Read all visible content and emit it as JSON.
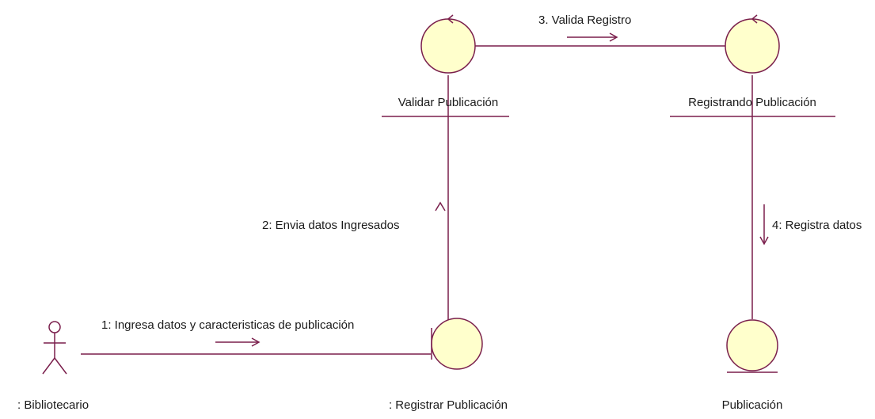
{
  "colors": {
    "line": "#7a1f4c",
    "fill": "#ffffcc",
    "text": "#1a1a1a"
  },
  "actor": {
    "name": ": Bibliotecario"
  },
  "objects": {
    "validar": {
      "label": "Validar Publicación",
      "stereotype": "control"
    },
    "registrando": {
      "label": "Registrando Publicación",
      "stereotype": "control"
    },
    "registrar": {
      "label": ": Registrar Publicación",
      "stereotype": "boundary"
    },
    "publicacion": {
      "label": "Publicación",
      "stereotype": "entity"
    }
  },
  "messages": {
    "m1": "1: Ingresa datos y caracteristicas de publicación",
    "m2": "2: Envia datos Ingresados",
    "m3": "3. Valida Registro",
    "m4": "4: Registra datos"
  }
}
